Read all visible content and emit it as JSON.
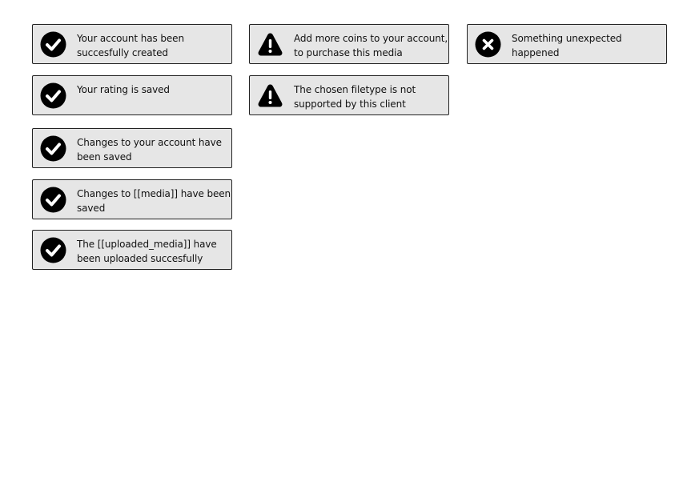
{
  "notifications": {
    "success": [
      {
        "message": "Your account has been succesfully created",
        "icon": "checkmark-icon"
      },
      {
        "message": "Your rating is saved",
        "icon": "checkmark-icon"
      },
      {
        "message": "Changes to your account have been saved",
        "icon": "checkmark-icon"
      },
      {
        "message": "Changes to [[media]] have been saved",
        "icon": "checkmark-icon"
      },
      {
        "message": "The [[uploaded_media]] have been uploaded succesfully",
        "icon": "checkmark-icon"
      }
    ],
    "warning": [
      {
        "message": "Add more coins to your account, to purchase this media",
        "icon": "warning-icon"
      },
      {
        "message": "The chosen filetype is not supported by this client",
        "icon": "warning-icon"
      }
    ],
    "error": [
      {
        "message": "Something unexpected happened",
        "icon": "error-x-icon"
      }
    ]
  },
  "colors": {
    "toast_background": "#e6e6e6",
    "toast_border": "#222222",
    "icon": "#000000",
    "icon_glyph": "#ffffff"
  }
}
